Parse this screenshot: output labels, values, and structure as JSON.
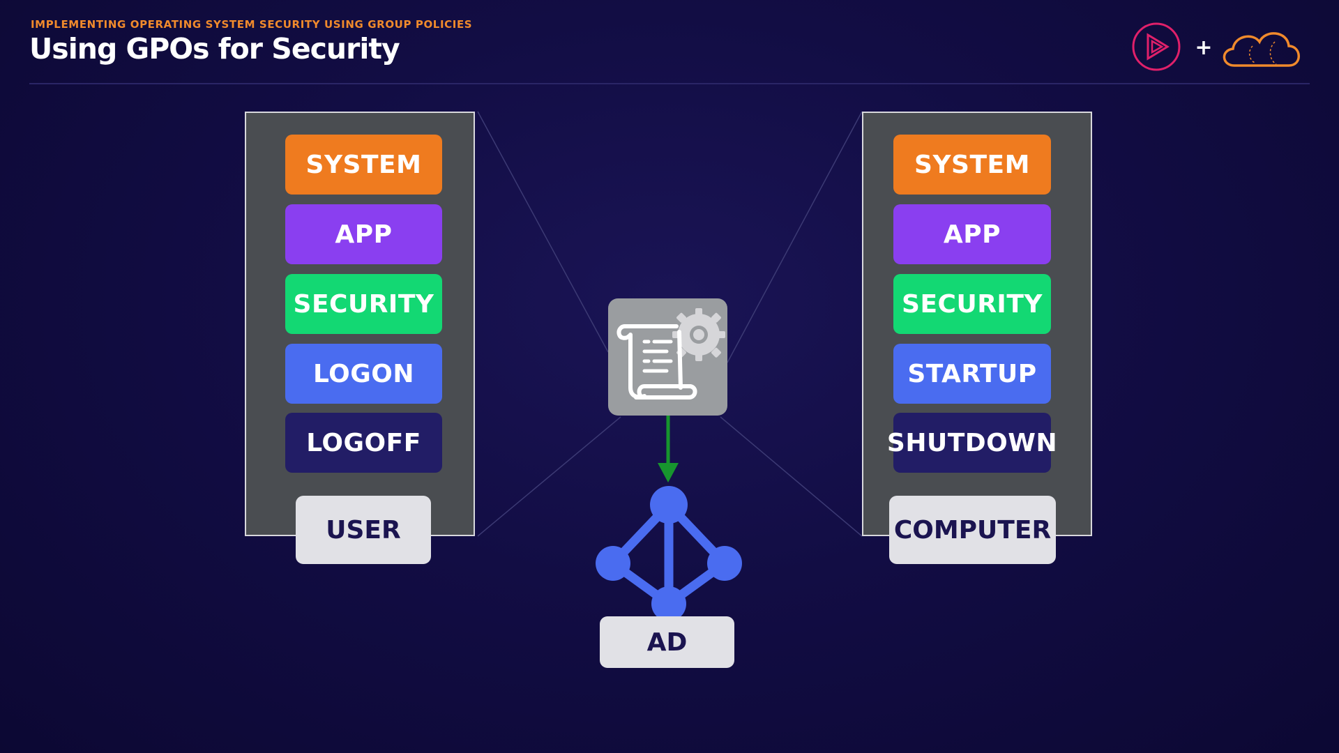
{
  "header": {
    "kicker": "IMPLEMENTING OPERATING SYSTEM SECURITY USING GROUP POLICIES",
    "title": "Using GPOs for Security",
    "plus": "+"
  },
  "user_panel": {
    "items": [
      {
        "label": "SYSTEM",
        "color": "#ef7b1f"
      },
      {
        "label": "APP",
        "color": "#8a3ff0"
      },
      {
        "label": "SECURITY",
        "color": "#13d873"
      },
      {
        "label": "LOGON",
        "color": "#4a6cf0"
      },
      {
        "label": "LOGOFF",
        "color": "#221d66"
      }
    ],
    "tag": "USER"
  },
  "computer_panel": {
    "items": [
      {
        "label": "SYSTEM",
        "color": "#ef7b1f"
      },
      {
        "label": "APP",
        "color": "#8a3ff0"
      },
      {
        "label": "SECURITY",
        "color": "#13d873"
      },
      {
        "label": "STARTUP",
        "color": "#4a6cf0"
      },
      {
        "label": "SHUTDOWN",
        "color": "#221d66"
      }
    ],
    "tag": "COMPUTER"
  },
  "center": {
    "gpo_icon": "scroll-gear-icon",
    "ad_icon": "network-tree-icon",
    "ad_label": "AD",
    "arrow_color": "#17952e",
    "ad_color": "#4a6cf0"
  }
}
